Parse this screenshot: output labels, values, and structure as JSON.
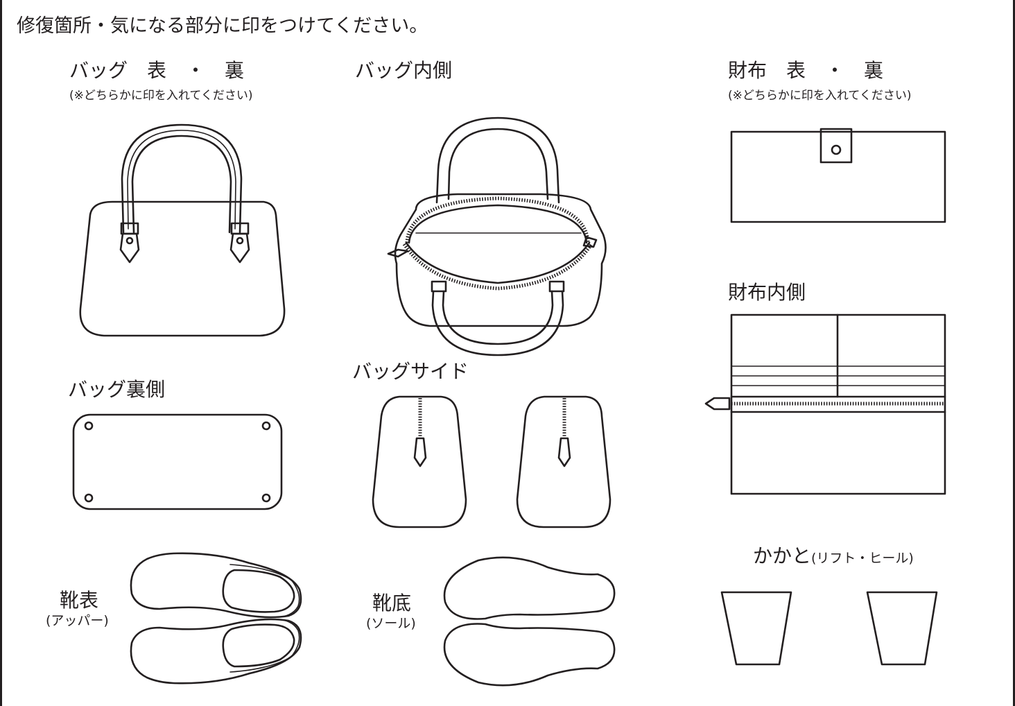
{
  "instruction": "修復箇所・気になる部分に印をつけてください。",
  "sections": {
    "bag_outer": {
      "title": "バッグ　表　・　裏",
      "note": "(※どちらかに印を入れてください)"
    },
    "bag_inner": {
      "title": "バッグ内側"
    },
    "wallet_outer": {
      "title": "財布　表　・　裏",
      "note": "(※どちらかに印を入れてください)"
    },
    "wallet_inner": {
      "title": "財布内側"
    },
    "bag_bottom": {
      "title": "バッグ裏側"
    },
    "bag_side": {
      "title": "バッグサイド"
    },
    "shoe_upper": {
      "title": "靴表",
      "sub": "(アッパー)"
    },
    "shoe_sole": {
      "title": "靴底",
      "sub": "(ソール)"
    },
    "heel": {
      "title": "かかと",
      "sub": "(リフト・ヒール)"
    }
  },
  "colors": {
    "line": "#231f20",
    "background": "#ffffff"
  }
}
